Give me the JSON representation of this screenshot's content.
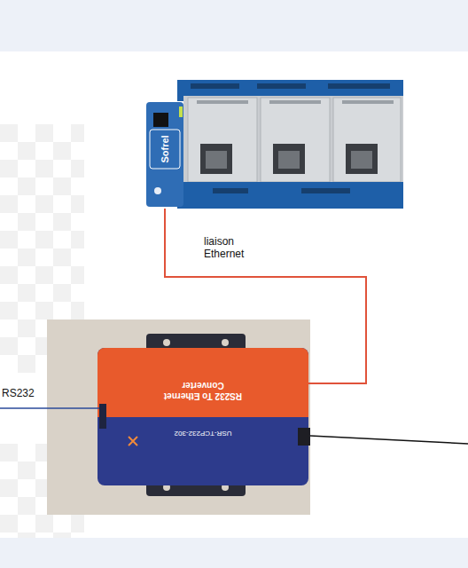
{
  "diagram": {
    "nodes": [
      {
        "text": [
          "Sofrel"
        ]
      },
      {
        "text": [
          "RS232 To Ethernet Converter",
          "USR-TCP232-302"
        ]
      }
    ],
    "edges": [
      {
        "from": 0,
        "to": 1,
        "arrow": "none",
        "label": "liaison Ethernet"
      }
    ],
    "labels": [
      "RS232"
    ]
  }
}
